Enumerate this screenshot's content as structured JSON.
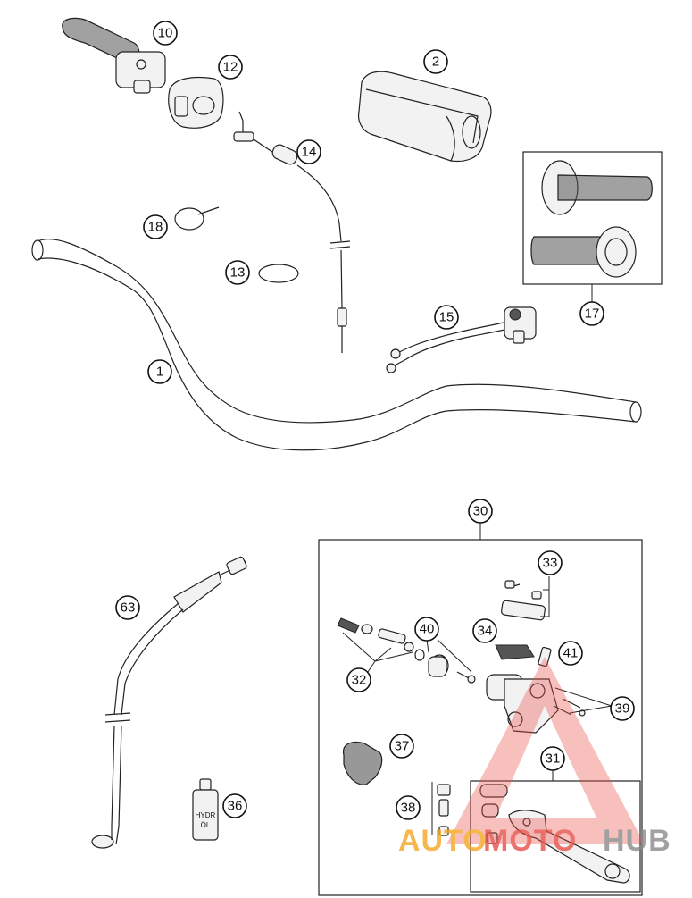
{
  "callouts": [
    {
      "id": "c1",
      "label": "1"
    },
    {
      "id": "c2",
      "label": "2"
    },
    {
      "id": "c10",
      "label": "10"
    },
    {
      "id": "c12",
      "label": "12"
    },
    {
      "id": "c13",
      "label": "13"
    },
    {
      "id": "c14",
      "label": "14"
    },
    {
      "id": "c15",
      "label": "15"
    },
    {
      "id": "c17",
      "label": "17"
    },
    {
      "id": "c18",
      "label": "18"
    },
    {
      "id": "c30",
      "label": "30"
    },
    {
      "id": "c31",
      "label": "31"
    },
    {
      "id": "c32",
      "label": "32"
    },
    {
      "id": "c33",
      "label": "33"
    },
    {
      "id": "c34",
      "label": "34"
    },
    {
      "id": "c36",
      "label": "36"
    },
    {
      "id": "c37",
      "label": "37"
    },
    {
      "id": "c38",
      "label": "38"
    },
    {
      "id": "c39",
      "label": "39"
    },
    {
      "id": "c40",
      "label": "40"
    },
    {
      "id": "c41",
      "label": "41"
    },
    {
      "id": "c63",
      "label": "63"
    }
  ],
  "oil_bottle": {
    "line1": "HYDR",
    "line2": "ÖL"
  },
  "watermark": {
    "part1": "AUTO",
    "part2": "MOTO",
    "part3": "HUB",
    "color_orange": "#f5a623",
    "color_red": "#e8504a",
    "color_gray": "#8a8a8a"
  }
}
